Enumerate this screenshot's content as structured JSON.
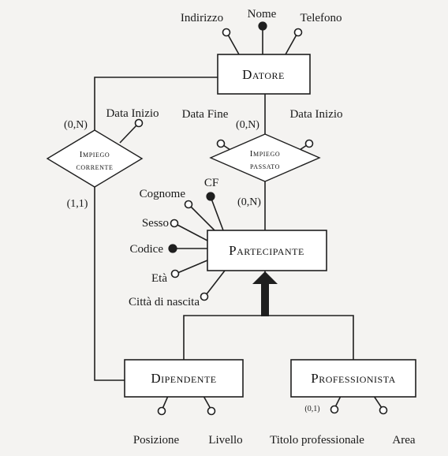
{
  "entities": {
    "datore": "Datore",
    "partecipante": "Partecipante",
    "dipendente": "Dipendente",
    "professionista": "Professionista"
  },
  "relationships": {
    "impiego_corrente": [
      "Impiego",
      "corrente"
    ],
    "impiego_passato": [
      "Impiego",
      "passato"
    ]
  },
  "attributes": {
    "datore": {
      "indirizzo": "Indirizzo",
      "nome": "Nome",
      "telefono": "Telefono"
    },
    "impiego_corrente": {
      "data_inizio": "Data Inizio"
    },
    "impiego_passato": {
      "data_fine": "Data Fine",
      "data_inizio": "Data Inizio"
    },
    "partecipante": {
      "cf": "CF",
      "cognome": "Cognome",
      "sesso": "Sesso",
      "codice": "Codice",
      "eta": "Età",
      "citta_nascita": "Città di nascita"
    },
    "dipendente": {
      "posizione": "Posizione",
      "livello": "Livello"
    },
    "professionista": {
      "titolo_professionale": "Titolo professionale",
      "area": "Area"
    }
  },
  "cardinalities": {
    "corrente_datore": "(0,N)",
    "corrente_dipendente": "(1,1)",
    "passato_datore": "(0,N)",
    "passato_partecipante": "(0,N)",
    "titolo_professionale": "(0,1)"
  }
}
